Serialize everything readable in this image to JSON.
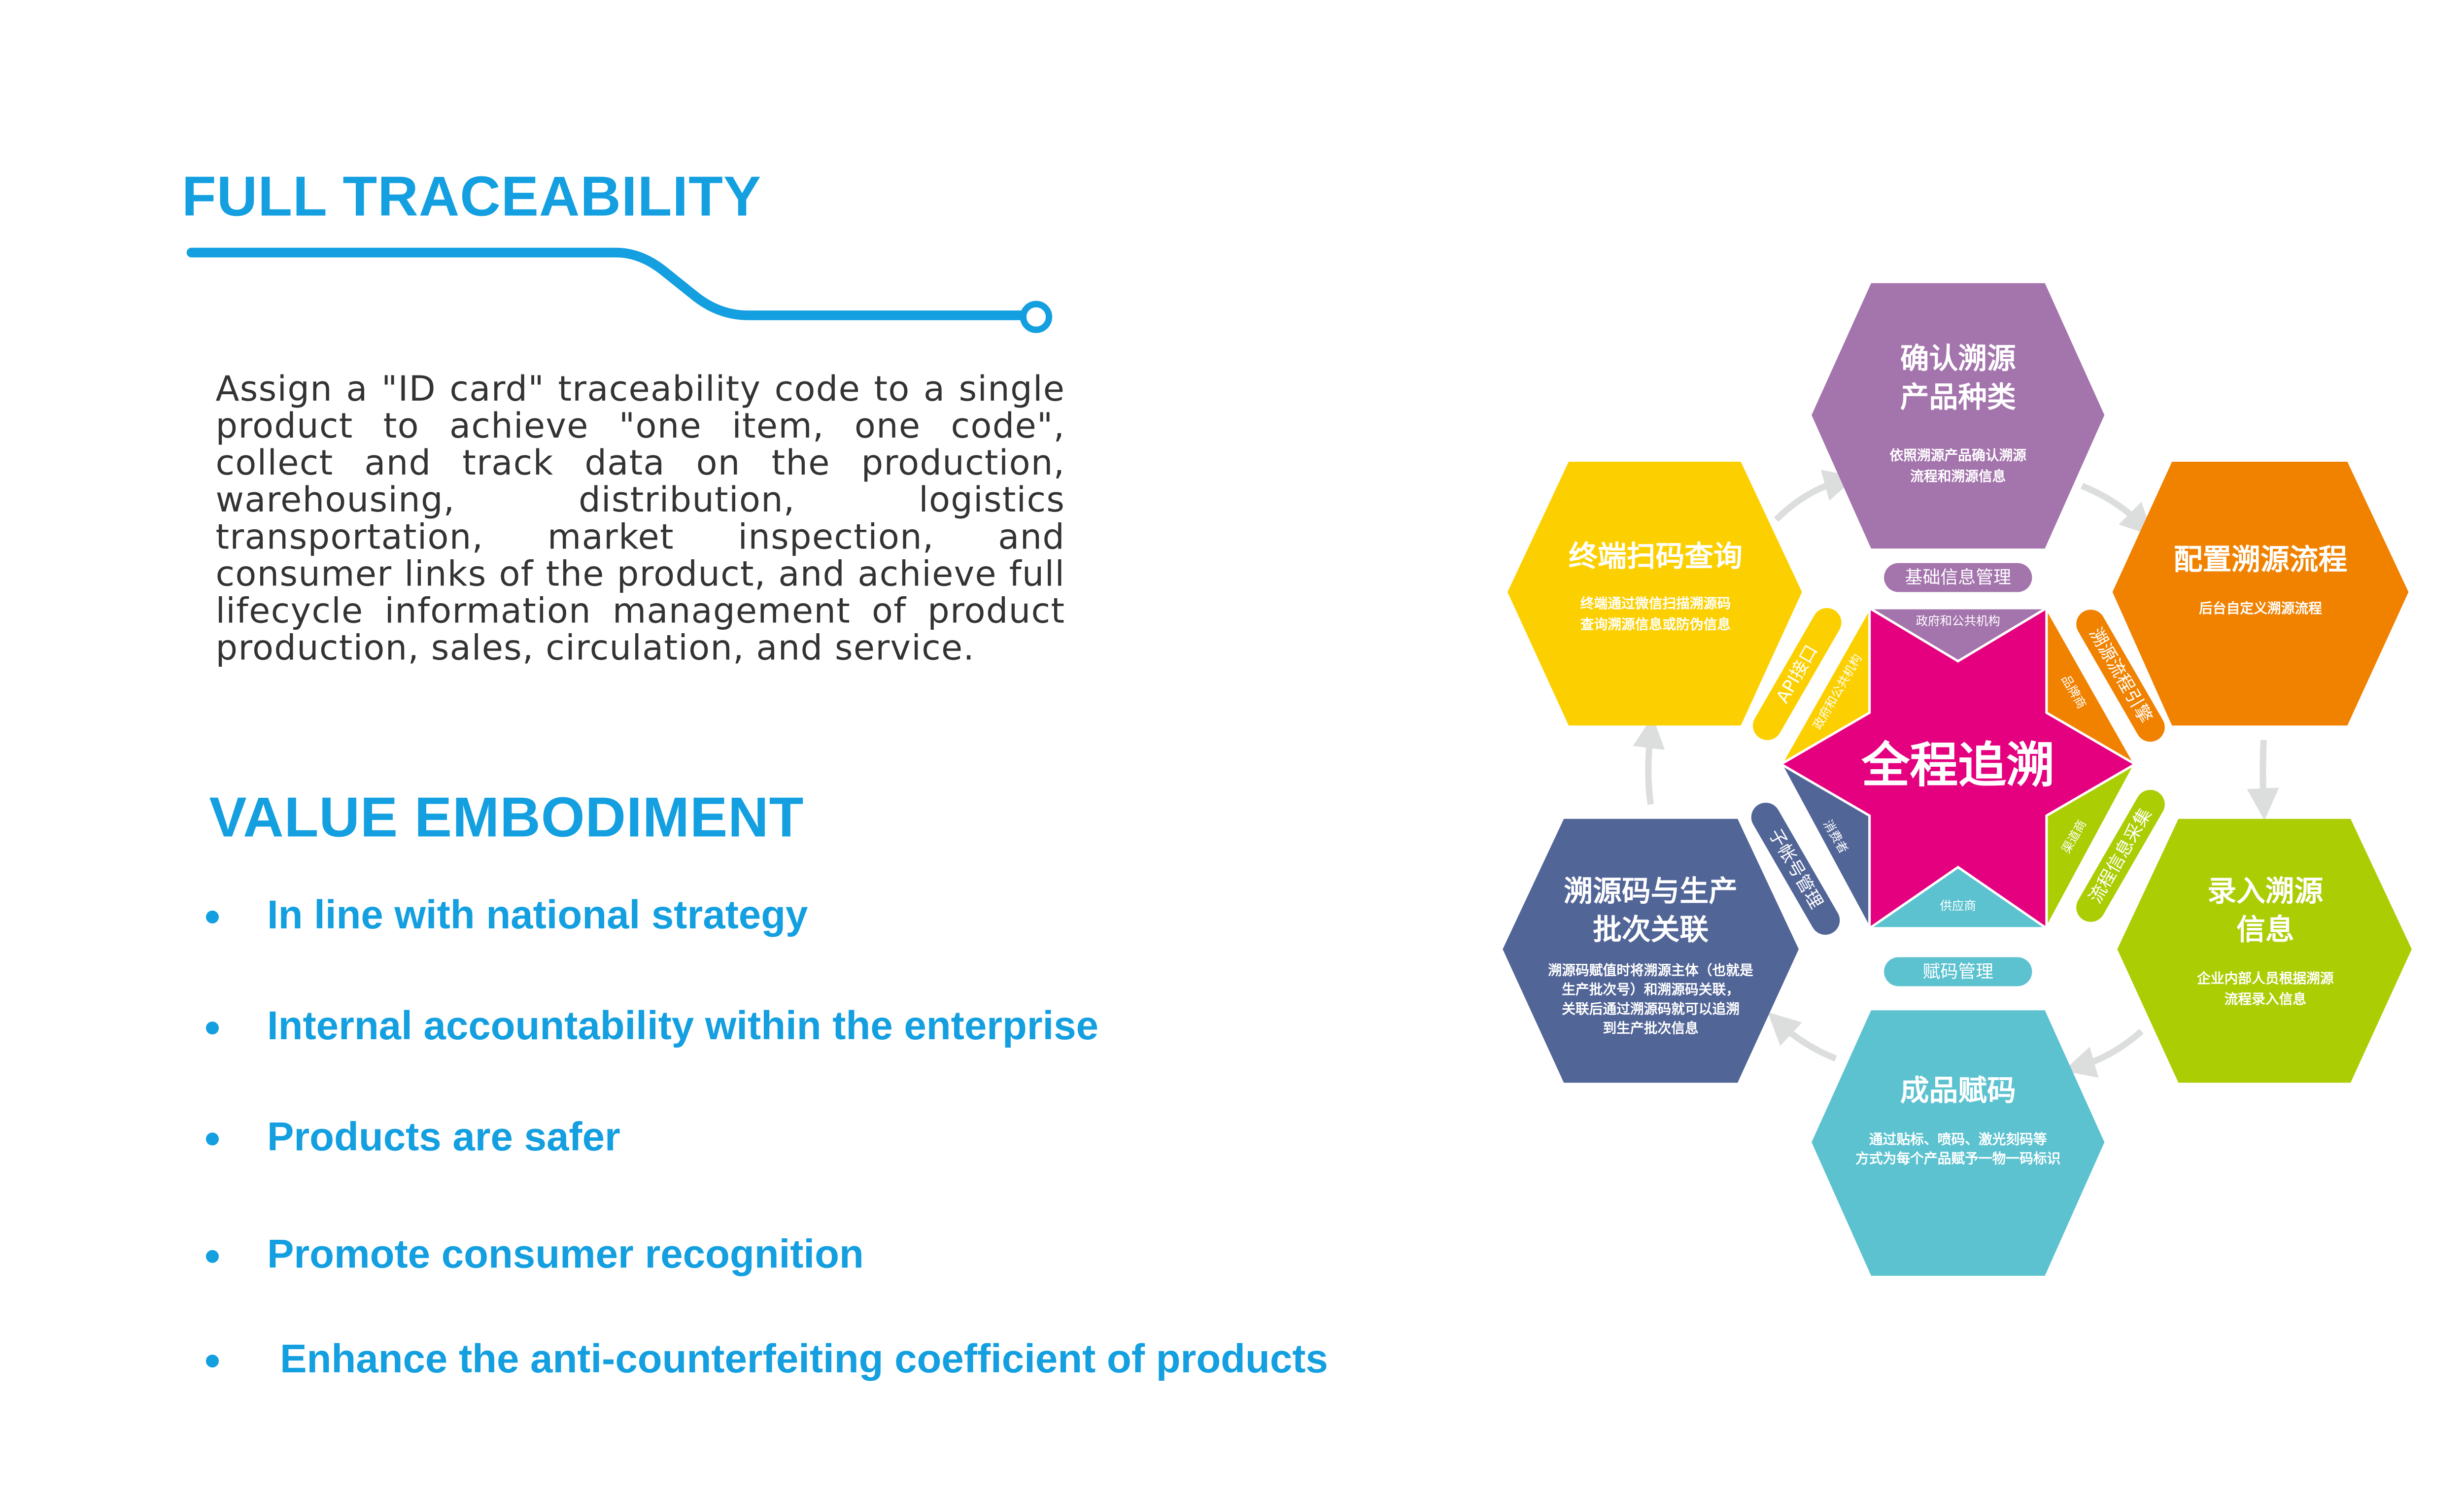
{
  "left": {
    "title": "FULL TRACEABILITY",
    "paragraph": "Assign a \"ID card\" traceability code to a single product to achieve \"one item, one code\", collect and track data on the production, warehousing, distribution, logistics transportation, market inspection, and consumer links of the product, and achieve full lifecycle information management of product production, sales, circulation, and service.",
    "value_title": "VALUE EMBODIMENT",
    "bullets": [
      "In line with national strategy",
      "Internal accountability within the enterprise",
      "Products are safer",
      "Promote consumer recognition",
      "Enhance the anti-counterfeiting coefficient of products"
    ],
    "accent_color": "#139fe0"
  },
  "diagram": {
    "center_label": "全程追溯",
    "hexagons": [
      {
        "title1": "确认溯源",
        "title2": "产品种类",
        "desc1": "依照溯源产品确认溯源",
        "desc2": "流程和溯源信息",
        "color": "#a474ad"
      },
      {
        "title1": "配置溯源流程",
        "desc1": "后台自定义溯源流程",
        "color": "#f08200"
      },
      {
        "title1": "录入溯源",
        "title2": "信息",
        "desc1": "企业内部人员根据溯源",
        "desc2": "流程录入信息",
        "color": "#abcd03"
      },
      {
        "title1": "成品赋码",
        "desc1": "通过贴标、喷码、激光刻码等",
        "desc2": "方式为每个产品赋予一物一码标识",
        "color": "#5cc2d0"
      },
      {
        "title1": "溯源码与生产",
        "title2": "批次关联",
        "desc1": "溯源码赋值时将溯源主体（也就是",
        "desc2": "生产批次号）和溯源码关联，",
        "desc3": "关联后通过溯源码就可以追溯",
        "desc4": "到生产批次信息",
        "color": "#526597"
      },
      {
        "title1": "终端扫码查询",
        "desc1": "终端通过微信扫描溯源码",
        "desc2": "查询溯源信息或防伪信息",
        "color": "#fcd000"
      }
    ],
    "star_segments": [
      "政府和公共机构",
      "品牌商",
      "渠道商",
      "供应商",
      "消费者",
      "政府和公共机构"
    ],
    "pills": [
      "基础信息管理",
      "溯源流程引擎",
      "流程信息采集",
      "赋码管理",
      "子帐号管理",
      "API接口"
    ],
    "star_color": "#e4007f"
  }
}
